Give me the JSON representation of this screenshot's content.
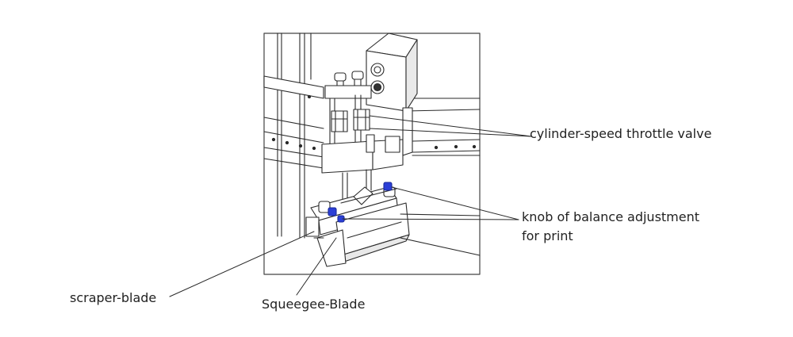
{
  "labels": {
    "throttle_valve": "cylinder-speed throttle valve",
    "balance_knob_line1": "knob of balance adjustment",
    "balance_knob_line2": "for print",
    "scraper_blade": "scraper-blade",
    "squeegee_blade": "Squeegee-Blade"
  },
  "colors": {
    "line": "#2a2a2a",
    "frame": "#444444",
    "knob_accent": "#2b3fd6",
    "fill": "#ffffff",
    "shade": "#e9e9e9"
  }
}
